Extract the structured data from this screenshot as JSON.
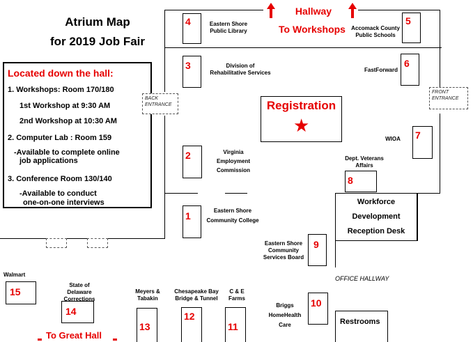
{
  "title": {
    "line1": "Atrium Map",
    "line2": "for 2019 Job Fair"
  },
  "legend": {
    "heading": "Located down the hall:",
    "item1": "1.  Workshops: Room 170/180",
    "item1a": "1st Workshop at 9:30 AM",
    "item1b": "2nd Workshop at 10:30 AM",
    "item2": "2.  Computer Lab : Room 159",
    "item2a_line1": "-Available to complete online",
    "item2a_line2": "job applications",
    "item3": "3.  Conference Room 130/140",
    "item3a_line1": "-Available to conduct",
    "item3a_line2": "one-on-one interviews"
  },
  "hallway": {
    "line1": "Hallway",
    "line2": "To Workshops"
  },
  "great_hall": "To Great Hall",
  "back_entrance": {
    "line1": "BACK",
    "line2": "ENTRANCE"
  },
  "front_entrance": {
    "line1": "FRONT",
    "line2": "ENTRANCE"
  },
  "registration": "Registration",
  "office_hallway": "OFFICE HALLWAY",
  "workforce": {
    "line1": "Workforce",
    "line2": "Development",
    "line3": "Reception Desk"
  },
  "restrooms": "Restrooms",
  "booths": {
    "b1": {
      "num": "1",
      "line1": "Eastern Shore",
      "line2": "Community College"
    },
    "b2": {
      "num": "2",
      "line1": "Virginia",
      "line2": "Employment",
      "line3": "Commission"
    },
    "b3": {
      "num": "3",
      "line1": "Division of",
      "line2": "Rehabilitative Services"
    },
    "b4": {
      "num": "4",
      "line1": "Eastern Shore",
      "line2": "Public Library"
    },
    "b5": {
      "num": "5",
      "line1": "Accomack County",
      "line2": "Public Schools"
    },
    "b6": {
      "num": "6",
      "line1": "FastForward"
    },
    "b7": {
      "num": "7",
      "line1": "WIOA"
    },
    "b8": {
      "num": "8",
      "line1": "Dept. Veterans",
      "line2": "Affairs"
    },
    "b9": {
      "num": "9",
      "line1": "Eastern Shore",
      "line2": "Community",
      "line3": "Services Board"
    },
    "b10": {
      "num": "10",
      "line1": "Briggs",
      "line2": "HomeHealth",
      "line3": "Care"
    },
    "b11": {
      "num": "11",
      "line1": "C & E",
      "line2": "Farms"
    },
    "b12": {
      "num": "12",
      "line1": "Chesapeake Bay",
      "line2": "Bridge & Tunnel"
    },
    "b13": {
      "num": "13",
      "line1": "Meyers &",
      "line2": "Tabakin"
    },
    "b14": {
      "num": "14",
      "line1": "State of",
      "line2": "Delaware",
      "line3": "Corrections"
    },
    "b15": {
      "num": "15",
      "line1": "Walmart"
    }
  },
  "colors": {
    "accent_red": "#e60000",
    "line": "#000000"
  }
}
